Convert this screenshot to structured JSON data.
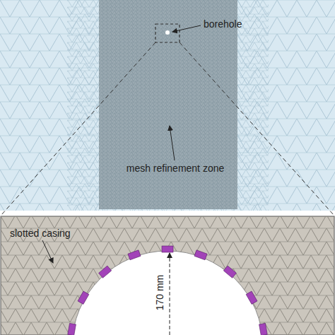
{
  "diagram": {
    "labels": [
      "borehole",
      "mesh refinement zone",
      "slotted casing",
      "170 mm"
    ]
  }
}
